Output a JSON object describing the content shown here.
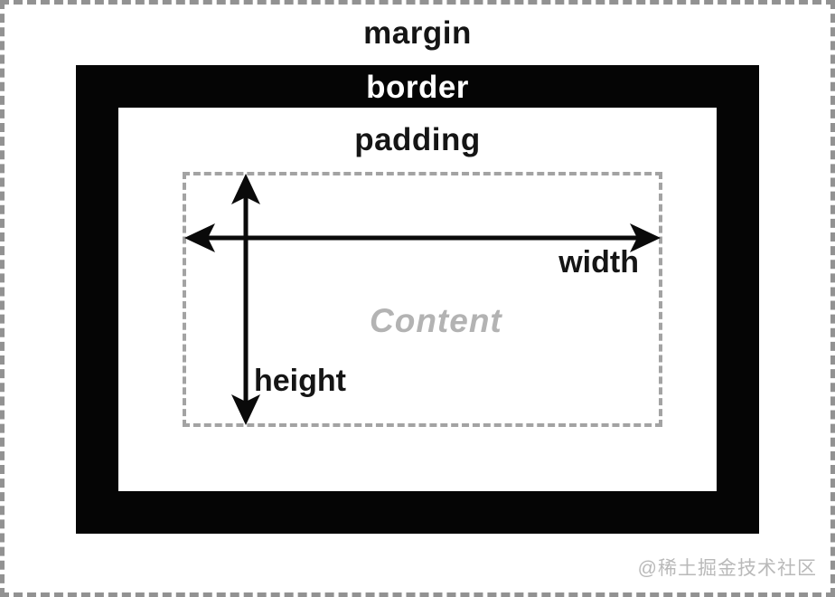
{
  "diagram": {
    "type": "css-box-model",
    "labels": {
      "margin": "margin",
      "border": "border",
      "padding": "padding",
      "width": "width",
      "height": "height",
      "content": "Content"
    },
    "watermark": "@稀土掘金技术社区",
    "colors": {
      "background": "#ffffff",
      "border_box_fill": "#050505",
      "margin_dash": "#929292",
      "content_dash": "#a3a3a3",
      "content_text": "#b3b3b3",
      "label_text": "#151515",
      "border_label_text": "#ffffff",
      "arrow": "#0a0a0a",
      "watermark_text": "#b9b9b9"
    }
  }
}
